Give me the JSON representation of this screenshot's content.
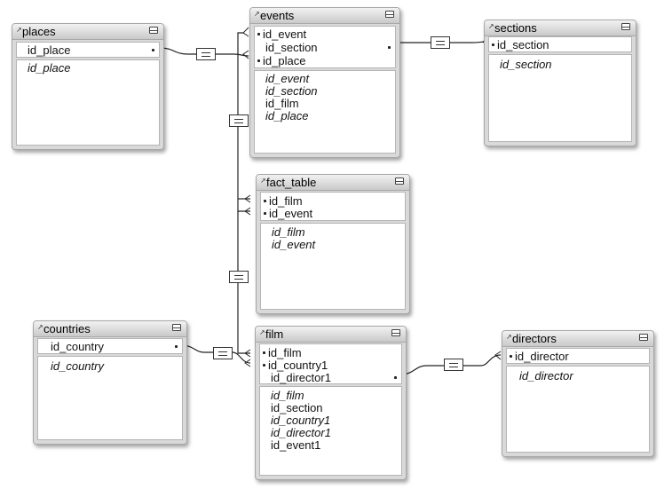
{
  "tables": {
    "places": {
      "title": "places",
      "fields": [
        "id_place"
      ],
      "indexes": [
        "id_place"
      ]
    },
    "events": {
      "title": "events",
      "fields": [
        "id_event",
        "id_section",
        "id_place"
      ],
      "indexes": [
        "id_event",
        "id_section",
        "id_film",
        "id_place"
      ]
    },
    "sections": {
      "title": "sections",
      "fields": [
        "id_section"
      ],
      "indexes": [
        "id_section"
      ]
    },
    "fact_table": {
      "title": "fact_table",
      "fields": [
        "id_film",
        "id_event"
      ],
      "indexes": [
        "id_film",
        "id_event"
      ]
    },
    "countries": {
      "title": "countries",
      "fields": [
        "id_country"
      ],
      "indexes": [
        "id_country"
      ]
    },
    "film": {
      "title": "film",
      "fields": [
        "id_film",
        "id_country1",
        "id_director1"
      ],
      "indexes": [
        "id_film",
        "id_section",
        "id_country1",
        "id_director1",
        "id_event1"
      ]
    },
    "directors": {
      "title": "directors",
      "fields": [
        "id_director"
      ],
      "indexes": [
        "id_director"
      ]
    }
  },
  "index_styles": {
    "events": [
      "italic",
      "italic",
      "normal",
      "italic"
    ],
    "film": [
      "italic",
      "normal",
      "italic",
      "italic",
      "normal"
    ]
  }
}
